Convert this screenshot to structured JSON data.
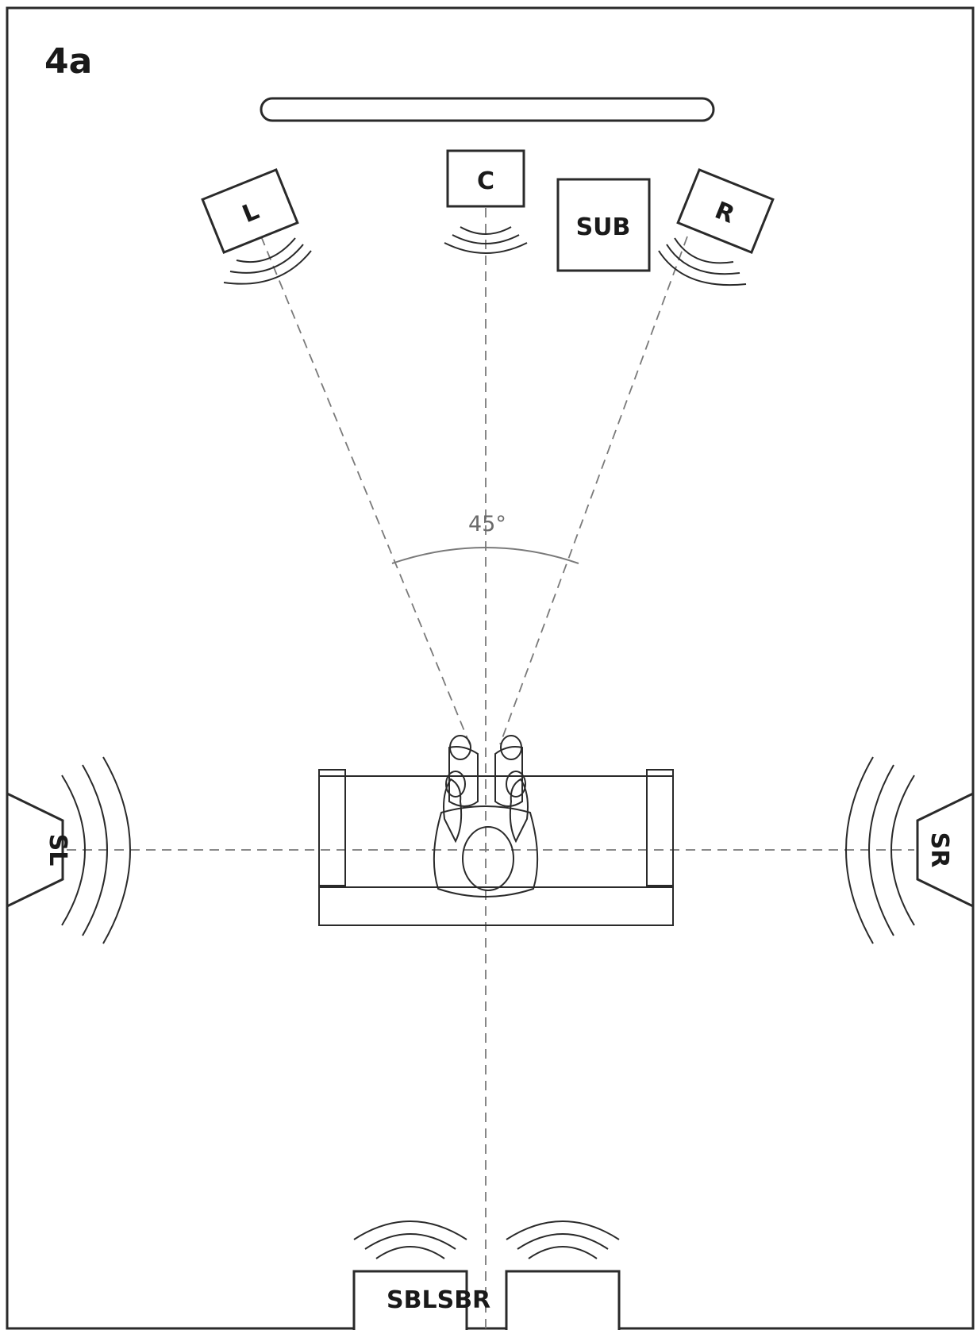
{
  "figure": {
    "label": "4a"
  },
  "angle": {
    "label": "45°"
  },
  "speakers": {
    "left": "L",
    "center": "C",
    "right": "R",
    "subwoofer": "SUB",
    "surround_left": "SL",
    "surround_right": "SR",
    "surround_back": "SBLSBR"
  },
  "colors": {
    "line": "#2a2a2a",
    "guide": "#7a7a7a",
    "background": "#ffffff"
  }
}
